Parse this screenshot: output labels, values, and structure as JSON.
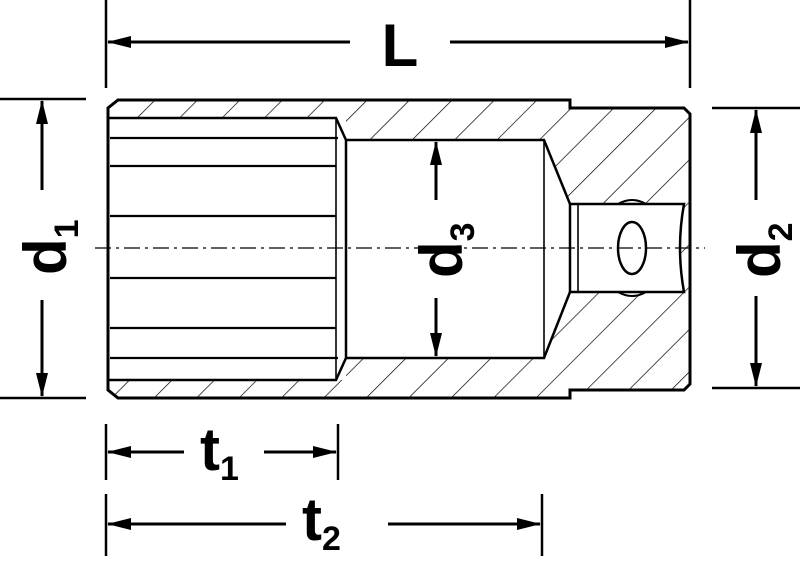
{
  "labels": {
    "L": "L",
    "d1": {
      "base": "d",
      "sub": "1"
    },
    "d2": {
      "base": "d",
      "sub": "2"
    },
    "d3": {
      "base": "d",
      "sub": "3"
    },
    "t1": {
      "base": "t",
      "sub": "1"
    },
    "t2": {
      "base": "t",
      "sub": "2"
    }
  }
}
